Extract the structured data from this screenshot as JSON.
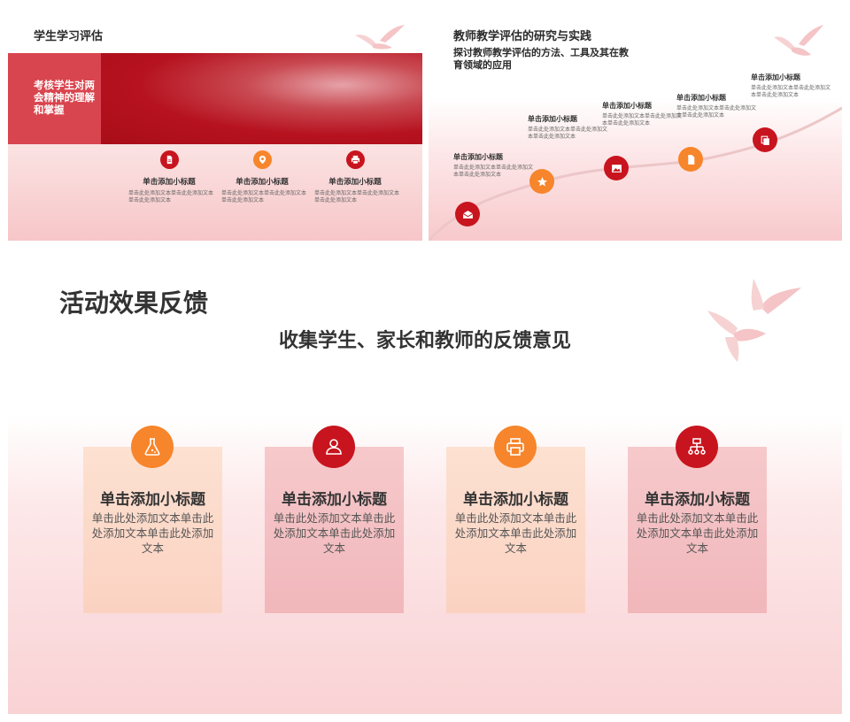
{
  "slide1": {
    "title": "学生学习评估",
    "box_text": "考核学生对两会精神的理解和掌握",
    "items": [
      {
        "icon": "document-icon",
        "heading": "单击添加小标题",
        "text": "单击此处添加文本单击此处添加文本单击此处添加文本"
      },
      {
        "icon": "location-pin-icon",
        "heading": "单击添加小标题",
        "text": "单击此处添加文本单击此处添加文本单击此处添加文本"
      },
      {
        "icon": "printer-icon",
        "heading": "单击添加小标题",
        "text": "单击此处添加文本单击此处添加文本单击此处添加文本"
      }
    ],
    "colors": {
      "red": "#c8141e",
      "orange": "#f7852b"
    }
  },
  "slide2": {
    "title": "教师教学评估的研究与实践",
    "subtitle": "探讨教师教学评估的方法、工具及其在教育领域的应用",
    "nodes": [
      {
        "icon": "mail-open-icon",
        "heading": "单击添加小标题",
        "text": "单击此处添加文本单击此处添加文本单击此处添加文本"
      },
      {
        "icon": "star-icon",
        "heading": "单击添加小标题",
        "text": "单击此处添加文本单击此处添加文本单击此处添加文本"
      },
      {
        "icon": "image-icon",
        "heading": "单击添加小标题",
        "text": "单击此处添加文本单击此处添加文本单击此处添加文本"
      },
      {
        "icon": "file-icon",
        "heading": "单击添加小标题",
        "text": "单击此处添加文本单击此处添加文本单击此处添加文本"
      },
      {
        "icon": "copy-icon",
        "heading": "单击添加小标题",
        "text": "单击此处添加文本单击此处添加文本单击此处添加文本"
      }
    ]
  },
  "slide3": {
    "title": "活动效果反馈",
    "subtitle": "收集学生、家长和教师的反馈意见",
    "cards": [
      {
        "icon": "flask-icon",
        "heading": "单击添加小标题",
        "text": "单击此处添加文本单击此处添加文本单击此处添加文本"
      },
      {
        "icon": "user-icon",
        "heading": "单击添加小标题",
        "text": "单击此处添加文本单击此处添加文本单击此处添加文本"
      },
      {
        "icon": "printer-icon",
        "heading": "单击添加小标题",
        "text": "单击此处添加文本单击此处添加文本单击此处添加文本"
      },
      {
        "icon": "org-chart-icon",
        "heading": "单击添加小标题",
        "text": "单击此处添加文本单击此处添加文本单击此处添加文本"
      }
    ]
  }
}
